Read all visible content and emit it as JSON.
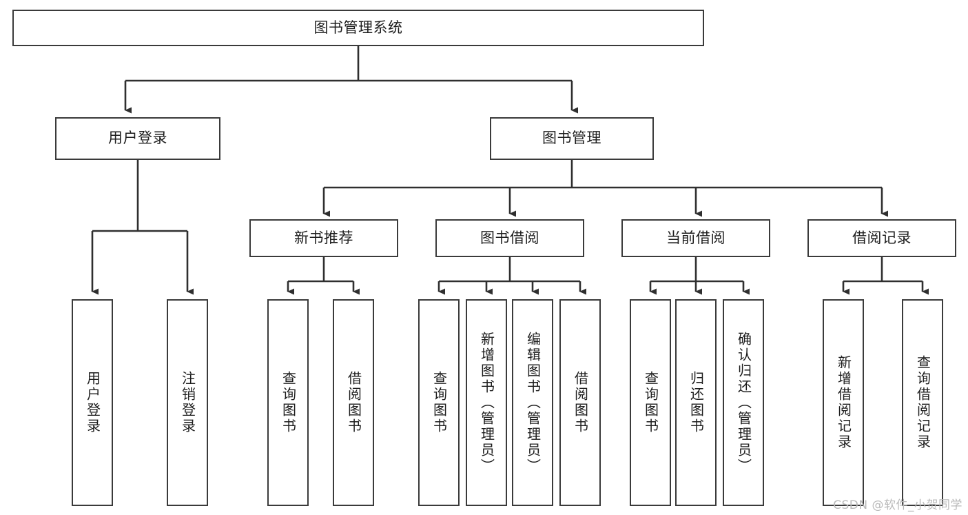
{
  "diagram": {
    "type": "tree-hierarchy",
    "title": "图书管理系统",
    "watermark": "CSDN @软件_小贺同学",
    "style": {
      "box_border_color": "#3a3a3a",
      "box_fill_color": "#ffffff",
      "connector_color": "#2f2f2f",
      "text_color": "#1d1d1d",
      "background": "#ffffff"
    },
    "nodes": {
      "root": {
        "label": "图书管理系统",
        "level": 1,
        "orientation": "horizontal"
      },
      "l2": [
        {
          "label": "用户登录",
          "orientation": "horizontal"
        },
        {
          "label": "图书管理",
          "orientation": "horizontal"
        }
      ],
      "l3": [
        {
          "label": "新书推荐",
          "orientation": "horizontal"
        },
        {
          "label": "图书借阅",
          "orientation": "horizontal"
        },
        {
          "label": "当前借阅",
          "orientation": "horizontal"
        },
        {
          "label": "借阅记录",
          "orientation": "horizontal"
        }
      ],
      "leaves": {
        "user_login": [
          {
            "label": "用户登录",
            "orientation": "vertical"
          },
          {
            "label": "注销登录",
            "orientation": "vertical"
          }
        ],
        "new_book_recommend": [
          {
            "label": "查询图书",
            "orientation": "vertical"
          },
          {
            "label": "借阅图书",
            "orientation": "vertical"
          }
        ],
        "book_borrow": [
          {
            "label": "查询图书",
            "orientation": "vertical"
          },
          {
            "label": "新增图书（管理员）",
            "orientation": "vertical"
          },
          {
            "label": "编辑图书（管理员）",
            "orientation": "vertical"
          },
          {
            "label": "借阅图书",
            "orientation": "vertical"
          }
        ],
        "current_borrow": [
          {
            "label": "查询图书",
            "orientation": "vertical"
          },
          {
            "label": "归还图书",
            "orientation": "vertical"
          },
          {
            "label": "确认归还（管理员）",
            "orientation": "vertical"
          }
        ],
        "borrow_record": [
          {
            "label": "新增借阅记录",
            "orientation": "vertical"
          },
          {
            "label": "查询借阅记录",
            "orientation": "vertical"
          }
        ]
      }
    }
  }
}
